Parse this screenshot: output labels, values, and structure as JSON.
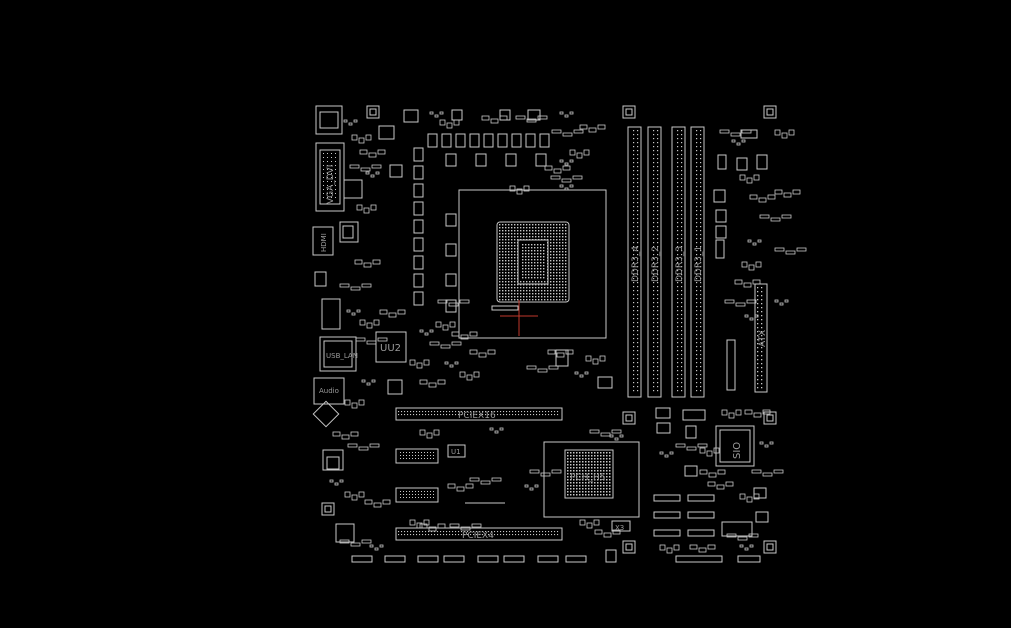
{
  "colors": {
    "background": "#000000",
    "outline": "#c8c8c8",
    "label": "#9a9a9a",
    "marker": "#c0392b"
  },
  "labels": {
    "vga_dvi": "VGA_DVI",
    "hdmi": "HDMI",
    "usb_lan": "USB_LAN",
    "audio": "Audio",
    "uu2": "UU2",
    "ddr3_4": "DDR3_4",
    "ddr3_2": "DDR3_2",
    "ddr3_3": "DDR3_3",
    "ddr3_1": "DDR3_1",
    "atx": "ATX",
    "pciex16": "PCIEX16",
    "pciex4": "PCIEX4",
    "pch": "PCH_H5",
    "sio": "SIO",
    "u1": "U1",
    "x3": "X3"
  }
}
